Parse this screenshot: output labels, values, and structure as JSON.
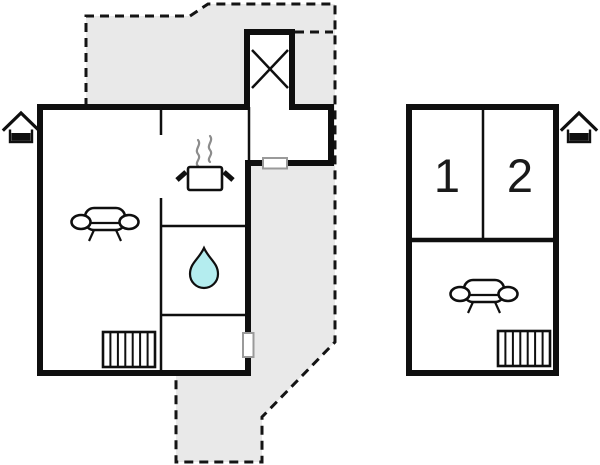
{
  "scene": {
    "type": "floor-plan",
    "background": "#ffffff",
    "terrace_fill": "#e9e9e9",
    "wall_color": "#0f0f0f",
    "boundary_color": "#141414",
    "door_border": "#9a9a9a",
    "water_drop_fill": "#b4edef",
    "steam_color": "#8c8c8c",
    "label_color": "#1a1a1a"
  },
  "rooms": {
    "bedroom1": {
      "label": "1"
    },
    "bedroom2": {
      "label": "2"
    }
  },
  "main_building": {
    "features": [
      "sofa-icon",
      "stove-pot-icon",
      "steam-icon",
      "water-drop-icon",
      "stairs-icon",
      "door-opening",
      "crossed-ventilation-shaft-icon",
      "entrance-house-icon"
    ]
  },
  "annex_building": {
    "features": [
      "sofa-icon",
      "stairs-icon",
      "entrance-house-icon"
    ]
  },
  "terrace": {
    "boundary_style": "dashed",
    "fill": "#e9e9e9"
  }
}
